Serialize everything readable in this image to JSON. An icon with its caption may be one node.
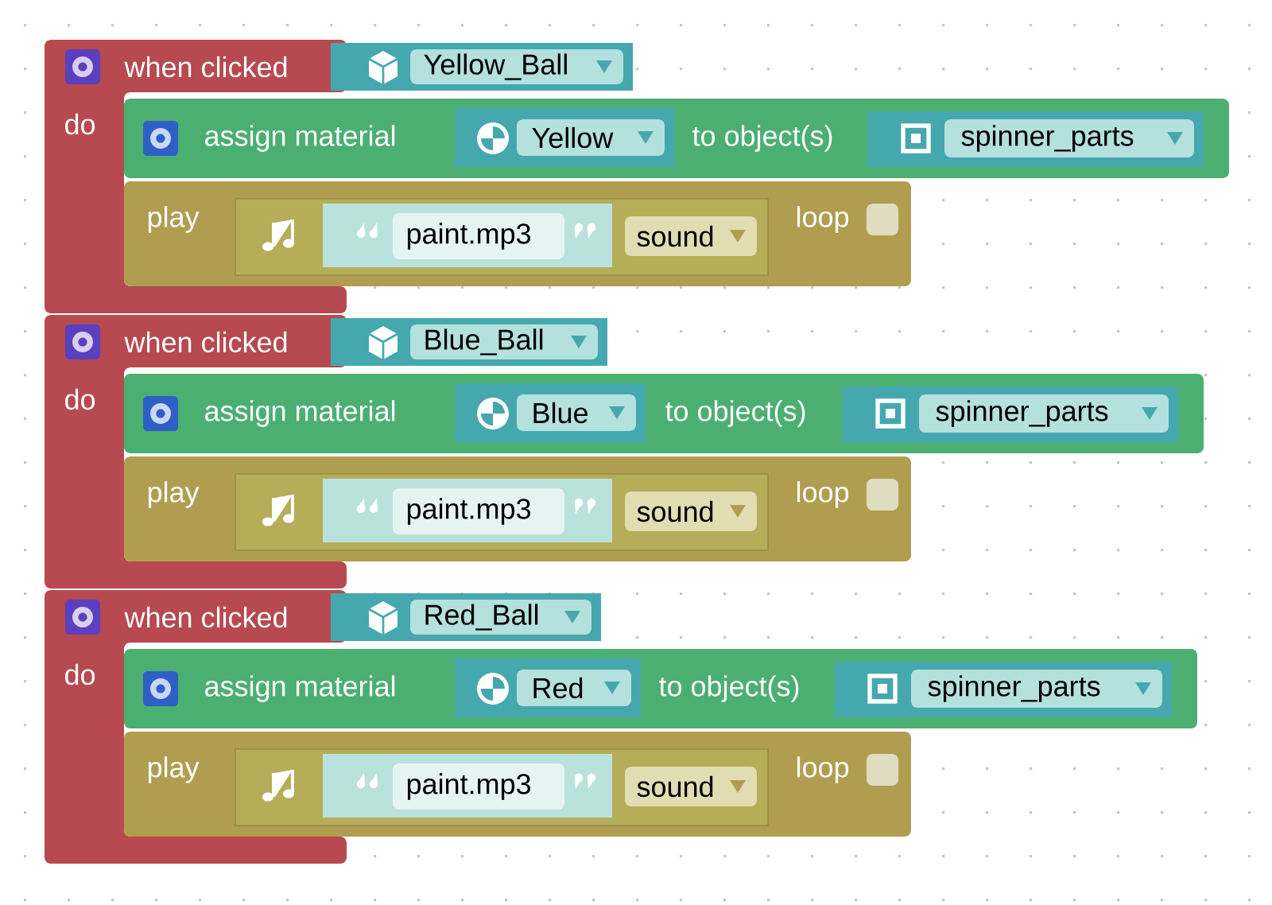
{
  "diagram": {
    "nodes": [
      {
        "text": [
          "when clicked",
          "do"
        ]
      },
      {
        "text": [
          "Yellow_Ball"
        ]
      },
      {
        "text": [
          "assign material",
          "to object(s)"
        ]
      },
      {
        "text": [
          "Yellow"
        ],
        "in": 2
      },
      {
        "text": [
          "spinner_parts"
        ],
        "in": 2
      },
      {
        "text": [
          "play",
          "loop"
        ]
      },
      {
        "text": [
          "sound"
        ],
        "in": 5
      },
      {
        "text": [
          "paint.mp3"
        ],
        "in": 6
      },
      {
        "text": [
          "when clicked",
          "do"
        ]
      },
      {
        "text": [
          "Blue_Ball"
        ]
      },
      {
        "text": [
          "assign material",
          "to object(s)"
        ]
      },
      {
        "text": [
          "Blue"
        ],
        "in": 10
      },
      {
        "text": [
          "spinner_parts"
        ],
        "in": 10
      },
      {
        "text": [
          "play",
          "loop"
        ]
      },
      {
        "text": [
          "sound"
        ],
        "in": 13
      },
      {
        "text": [
          "paint.mp3"
        ],
        "in": 14
      },
      {
        "text": [
          "when clicked",
          "do"
        ]
      },
      {
        "text": [
          "Red_Ball"
        ]
      },
      {
        "text": [
          "assign material",
          "to object(s)"
        ]
      },
      {
        "text": [
          "Red"
        ],
        "in": 18
      },
      {
        "text": [
          "spinner_parts"
        ],
        "in": 18
      },
      {
        "text": [
          "play",
          "loop"
        ]
      },
      {
        "text": [
          "sound"
        ],
        "in": 21
      },
      {
        "text": [
          "paint.mp3"
        ],
        "in": 22
      }
    ]
  }
}
